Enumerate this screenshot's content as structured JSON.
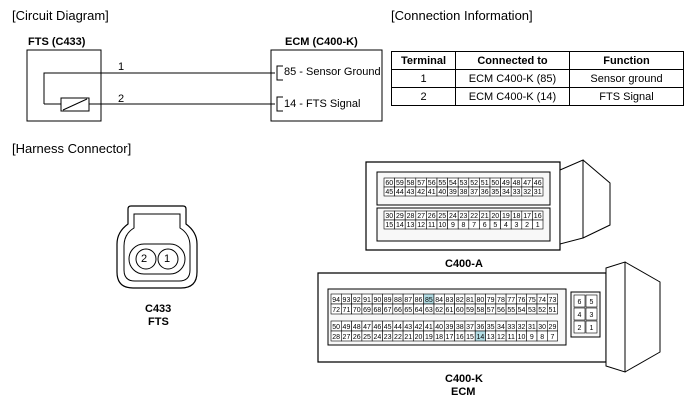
{
  "sections": {
    "circuit": "[Circuit Diagram]",
    "connection": "[Connection Information]",
    "harness": "[Harness Connector]"
  },
  "circuit": {
    "left_component": "FTS (C433)",
    "right_component": "ECM (C400-K)",
    "wire1_label": "1",
    "wire2_label": "2",
    "pin1_label": "85 - Sensor Ground",
    "pin2_label": "14 - FTS Signal"
  },
  "connection_table": {
    "headers": [
      "Terminal",
      "Connected to",
      "Function"
    ],
    "rows": [
      [
        "1",
        "ECM C400-K (85)",
        "Sensor ground"
      ],
      [
        "2",
        "ECM C400-K (14)",
        "FTS Signal"
      ]
    ]
  },
  "connectors": {
    "c433": {
      "name": "C433",
      "sub": "FTS",
      "pins": [
        "2",
        "1"
      ]
    },
    "c400a": {
      "name": "C400-A",
      "rows": [
        [
          "60",
          "59",
          "58",
          "57",
          "56",
          "55",
          "54",
          "53",
          "52",
          "51",
          "50",
          "49",
          "48",
          "47",
          "46"
        ],
        [
          "45",
          "44",
          "43",
          "42",
          "41",
          "40",
          "39",
          "38",
          "37",
          "36",
          "35",
          "34",
          "33",
          "32",
          "31"
        ],
        [
          "30",
          "29",
          "28",
          "27",
          "26",
          "25",
          "24",
          "23",
          "22",
          "21",
          "20",
          "19",
          "18",
          "17",
          "16"
        ],
        [
          "15",
          "14",
          "13",
          "12",
          "11",
          "10",
          "9",
          "8",
          "7",
          "6",
          "5",
          "4",
          "3",
          "2",
          "1"
        ]
      ]
    },
    "c400k": {
      "name": "C400-K",
      "sub": "ECM",
      "rows": [
        [
          "94",
          "93",
          "92",
          "91",
          "90",
          "89",
          "88",
          "87",
          "86",
          "85",
          "84",
          "83",
          "82",
          "81",
          "80",
          "79",
          "78",
          "77",
          "76",
          "75",
          "74",
          "73"
        ],
        [
          "72",
          "71",
          "70",
          "69",
          "68",
          "67",
          "66",
          "65",
          "64",
          "63",
          "62",
          "61",
          "60",
          "59",
          "58",
          "57",
          "56",
          "55",
          "54",
          "53",
          "52",
          "51"
        ],
        [
          "50",
          "49",
          "48",
          "47",
          "46",
          "45",
          "44",
          "43",
          "42",
          "41",
          "40",
          "39",
          "38",
          "37",
          "36",
          "35",
          "34",
          "33",
          "32",
          "31",
          "30",
          "29"
        ],
        [
          "28",
          "27",
          "26",
          "25",
          "24",
          "23",
          "22",
          "21",
          "20",
          "19",
          "18",
          "17",
          "16",
          "15",
          "14",
          "13",
          "12",
          "11",
          "10",
          "9",
          "8",
          "7"
        ]
      ],
      "side": [
        [
          "6",
          "5"
        ],
        [
          "4",
          "3"
        ],
        [
          "2",
          "1"
        ]
      ],
      "highlight": [
        "85",
        "14"
      ]
    }
  },
  "colors": {
    "highlight": "#b3dde4",
    "line": "#000000",
    "connector_fill": "#f2f2f2"
  }
}
